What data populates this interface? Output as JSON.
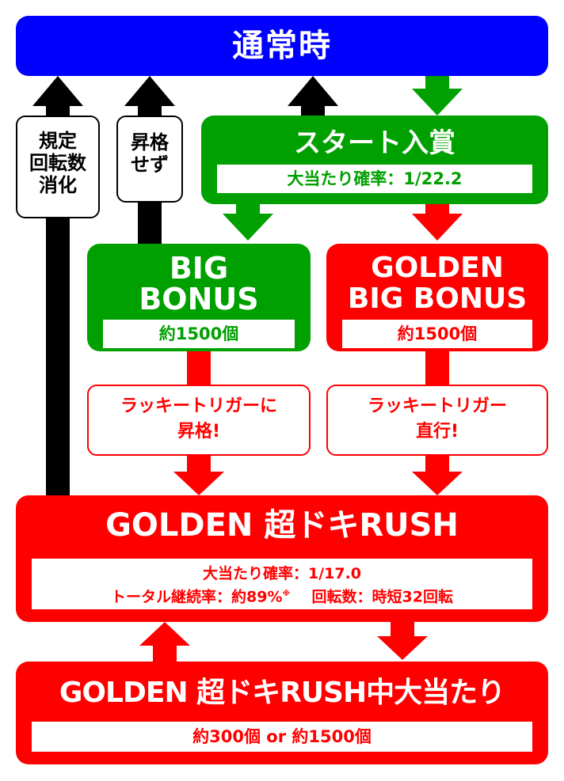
{
  "colors": {
    "normal": "#0000ff",
    "green": "#00a000",
    "red": "#ff0000",
    "black": "#000000"
  },
  "normal_state": {
    "title": "通常時"
  },
  "side_labels": {
    "spins_consumed": [
      "規定",
      "回転数",
      "消化"
    ],
    "no_upgrade": [
      "昇格",
      "せず"
    ]
  },
  "start_win": {
    "title": "スタート入賞",
    "probability": "大当たり確率：1/22.2"
  },
  "big_bonus": {
    "title_line1": "BIG",
    "title_line2": "BONUS",
    "payout": "約1500個"
  },
  "golden_big_bonus": {
    "title_line1": "GOLDEN",
    "title_line2": "BIG BONUS",
    "payout": "約1500個"
  },
  "lucky_trigger_upgrade": {
    "line1": "ラッキートリガーに",
    "line2": "昇格!"
  },
  "lucky_trigger_direct": {
    "line1": "ラッキートリガー",
    "line2": "直行!"
  },
  "golden_rush": {
    "title": "GOLDEN 超ドキRUSH",
    "probability": "大当たり確率：1/17.0",
    "continuation": "トータル継続率：約89%",
    "note_mark": "※",
    "spins": "回転数：時短32回転"
  },
  "golden_rush_hit": {
    "title": "GOLDEN 超ドキRUSH中大当たり",
    "payout": "約300個 or 約1500個"
  }
}
